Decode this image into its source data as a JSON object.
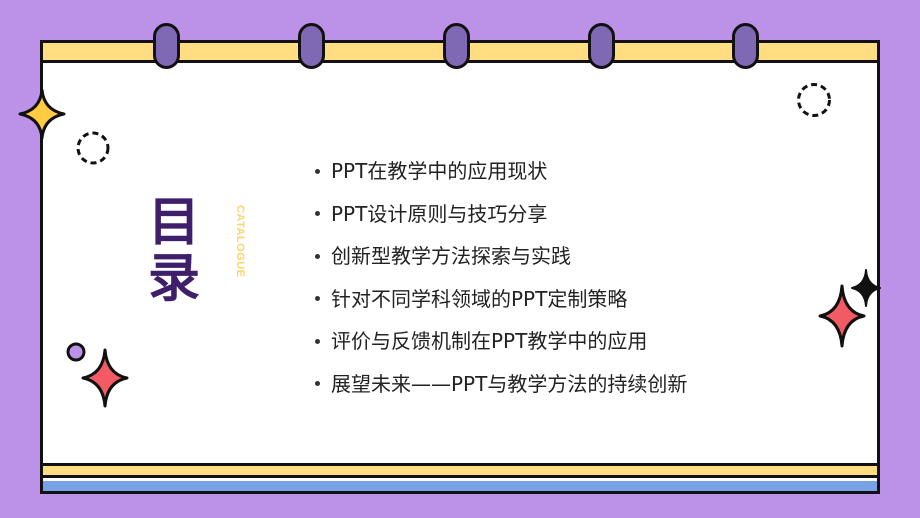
{
  "slide": {
    "title": "目录",
    "subtitle": "CATALOGUE",
    "items": [
      "PPT在教学中的应用现状",
      "PPT设计原则与技巧分享",
      "创新型教学方法探索与实践",
      "针对不同学科领域的PPT定制策略",
      "评价与反馈机制在PPT教学中的应用",
      "展望未来——PPT与教学方法的持续创新"
    ]
  },
  "colors": {
    "background": "#BB92E8",
    "card": "#FFFFFF",
    "top_bar": "#FFDD80",
    "ring": "#7F69B5",
    "bottom_yellow": "#FFDD80",
    "bottom_blue": "#78A2E6",
    "title": "#3F1E6B",
    "subtitle": "#FFD665",
    "sparkle_yellow": "#FFCC40",
    "sparkle_red": "#F25A64",
    "dot_purple": "#BB92E8"
  },
  "decorations": {
    "rings": 5,
    "sparkles": [
      "yellow-left-edge",
      "red-bottom-left",
      "red-right",
      "black-right"
    ],
    "dashed_circles": 2,
    "small_circle": 1
  }
}
